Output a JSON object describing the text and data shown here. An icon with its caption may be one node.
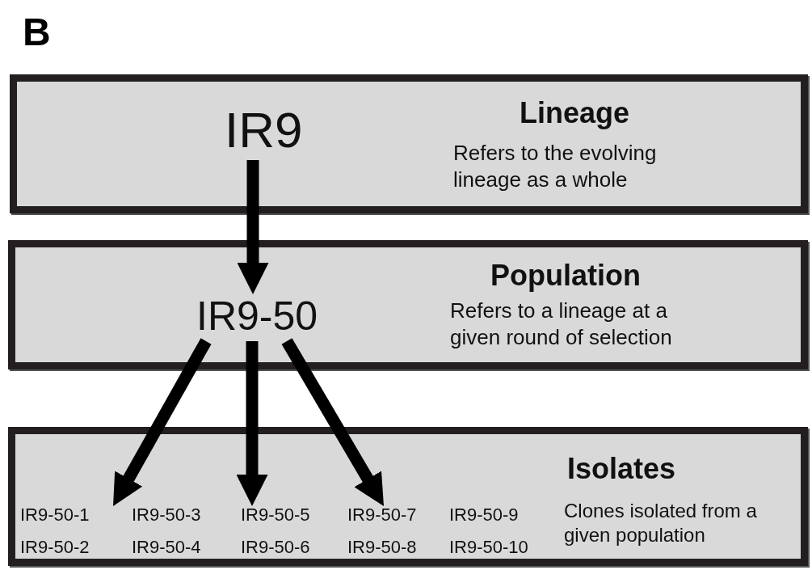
{
  "diagram": {
    "title": "B",
    "nodes": [
      {
        "text": [
          "Lineage",
          "Refers to the evolving lineage as a whole"
        ]
      },
      {
        "text": [
          "IR9"
        ],
        "in": 0
      },
      {
        "text": [
          "Population",
          "Refers to a lineage at a given round of selection"
        ]
      },
      {
        "text": [
          "IR9-50"
        ],
        "in": 2
      },
      {
        "text": [
          "Isolates",
          "Clones isolated from a given population"
        ]
      },
      {
        "text": [
          "IR9-50-1"
        ],
        "in": 4
      },
      {
        "text": [
          "IR9-50-3"
        ],
        "in": 4
      },
      {
        "text": [
          "IR9-50-5"
        ],
        "in": 4
      },
      {
        "text": [
          "IR9-50-7"
        ],
        "in": 4
      },
      {
        "text": [
          "IR9-50-9"
        ],
        "in": 4
      },
      {
        "text": [
          "IR9-50-2"
        ],
        "in": 4
      },
      {
        "text": [
          "IR9-50-4"
        ],
        "in": 4
      },
      {
        "text": [
          "IR9-50-6"
        ],
        "in": 4
      },
      {
        "text": [
          "IR9-50-8"
        ],
        "in": 4
      },
      {
        "text": [
          "IR9-50-10"
        ],
        "in": 4
      }
    ],
    "edges": [
      {
        "from": 1,
        "to": 3,
        "arrow": "to"
      },
      {
        "from": 3,
        "to": 5,
        "arrow": "to"
      },
      {
        "from": 3,
        "to": 7,
        "arrow": "to"
      },
      {
        "from": 3,
        "to": 8,
        "arrow": "to"
      }
    ]
  }
}
